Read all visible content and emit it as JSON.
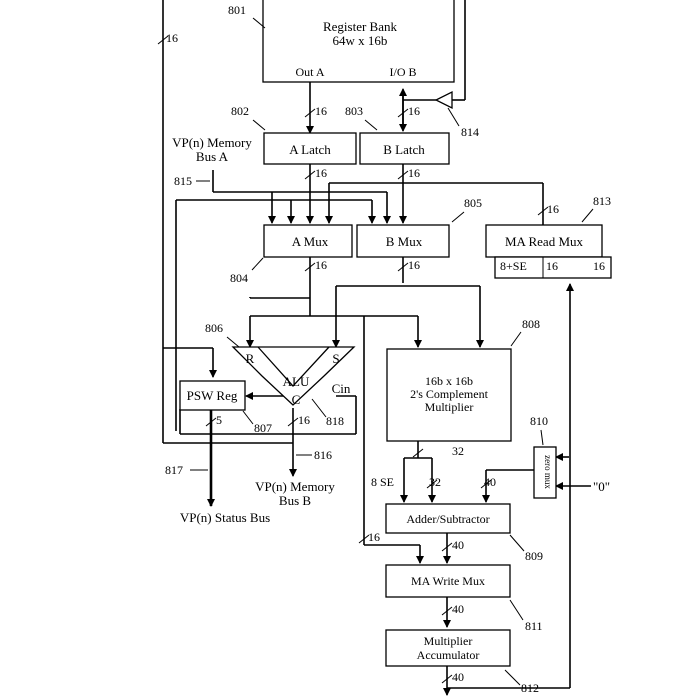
{
  "blocks": {
    "register_bank": {
      "line1": "Register Bank",
      "line2": "64w x 16b",
      "out_a": "Out A",
      "io_b": "I/O B"
    },
    "a_latch": "A Latch",
    "b_latch": "B Latch",
    "a_mux": "A Mux",
    "b_mux": "B Mux",
    "ma_read_mux": "MA Read  Mux",
    "alu": {
      "label": "ALU",
      "r": "R",
      "s": "S",
      "c": "C",
      "cin": "Cin"
    },
    "psw_reg": "PSW Reg",
    "multiplier": {
      "line1": "16b x 16b",
      "line2": "2's Complement",
      "line3": "Multiplier"
    },
    "zero_mux": "zero mux",
    "adder": "Adder/Subtractor",
    "ma_write_mux": "MA Write Mux",
    "accumulator": {
      "line1": "Multiplier",
      "line2": "Accumulator"
    }
  },
  "refs": {
    "r801": "801",
    "r802": "802",
    "r803": "803",
    "r804": "804",
    "r805": "805",
    "r806": "806",
    "r807": "807",
    "r808": "808",
    "r809": "809",
    "r810": "810",
    "r811": "811",
    "r812": "812",
    "r813": "813",
    "r814": "814",
    "r815": "815",
    "r816": "816",
    "r817": "817",
    "r818": "818"
  },
  "bus_widths": {
    "w16": "16",
    "w5": "5",
    "w32": "32",
    "w40": "40",
    "se8": "8 SE",
    "se8plus": "8+SE"
  },
  "external": {
    "mem_bus_a_line1": "VP(n) Memory",
    "mem_bus_a_line2": "Bus A",
    "mem_bus_b_line1": "VP(n) Memory",
    "mem_bus_b_line2": "Bus B",
    "status_bus": "VP(n) Status Bus",
    "zero_const": "\"0\""
  }
}
